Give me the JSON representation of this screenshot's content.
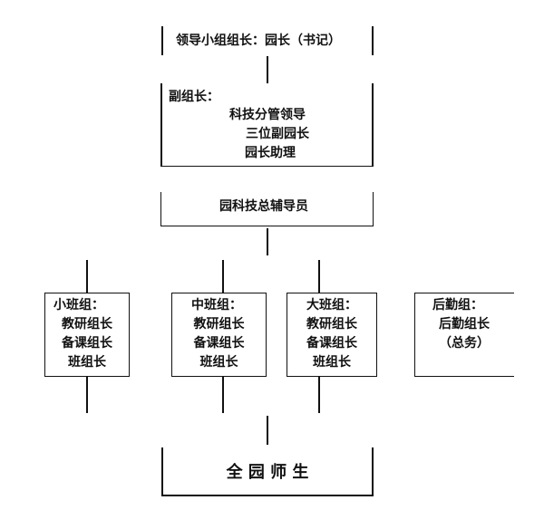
{
  "chart": {
    "leader": "领导小组组长：园长（书记）",
    "deputy": {
      "title": "副组长：",
      "lines": [
        "科技分管领导",
        "三位副园长",
        "园长助理"
      ]
    },
    "tutor": "园科技总辅导员",
    "groups": [
      {
        "title": "小班组：",
        "lines": [
          "教研组长",
          "备课组长",
          "班组长"
        ]
      },
      {
        "title": "中班组：",
        "lines": [
          "教研组长",
          "备课组长",
          "班组长"
        ]
      },
      {
        "title": "大班组：",
        "lines": [
          "教研组长",
          "备课组长",
          "班组长"
        ]
      },
      {
        "title": "后勤组：",
        "lines": [
          "后勤组长",
          "（总务）"
        ]
      }
    ],
    "bottom": "全 园 师 生"
  }
}
